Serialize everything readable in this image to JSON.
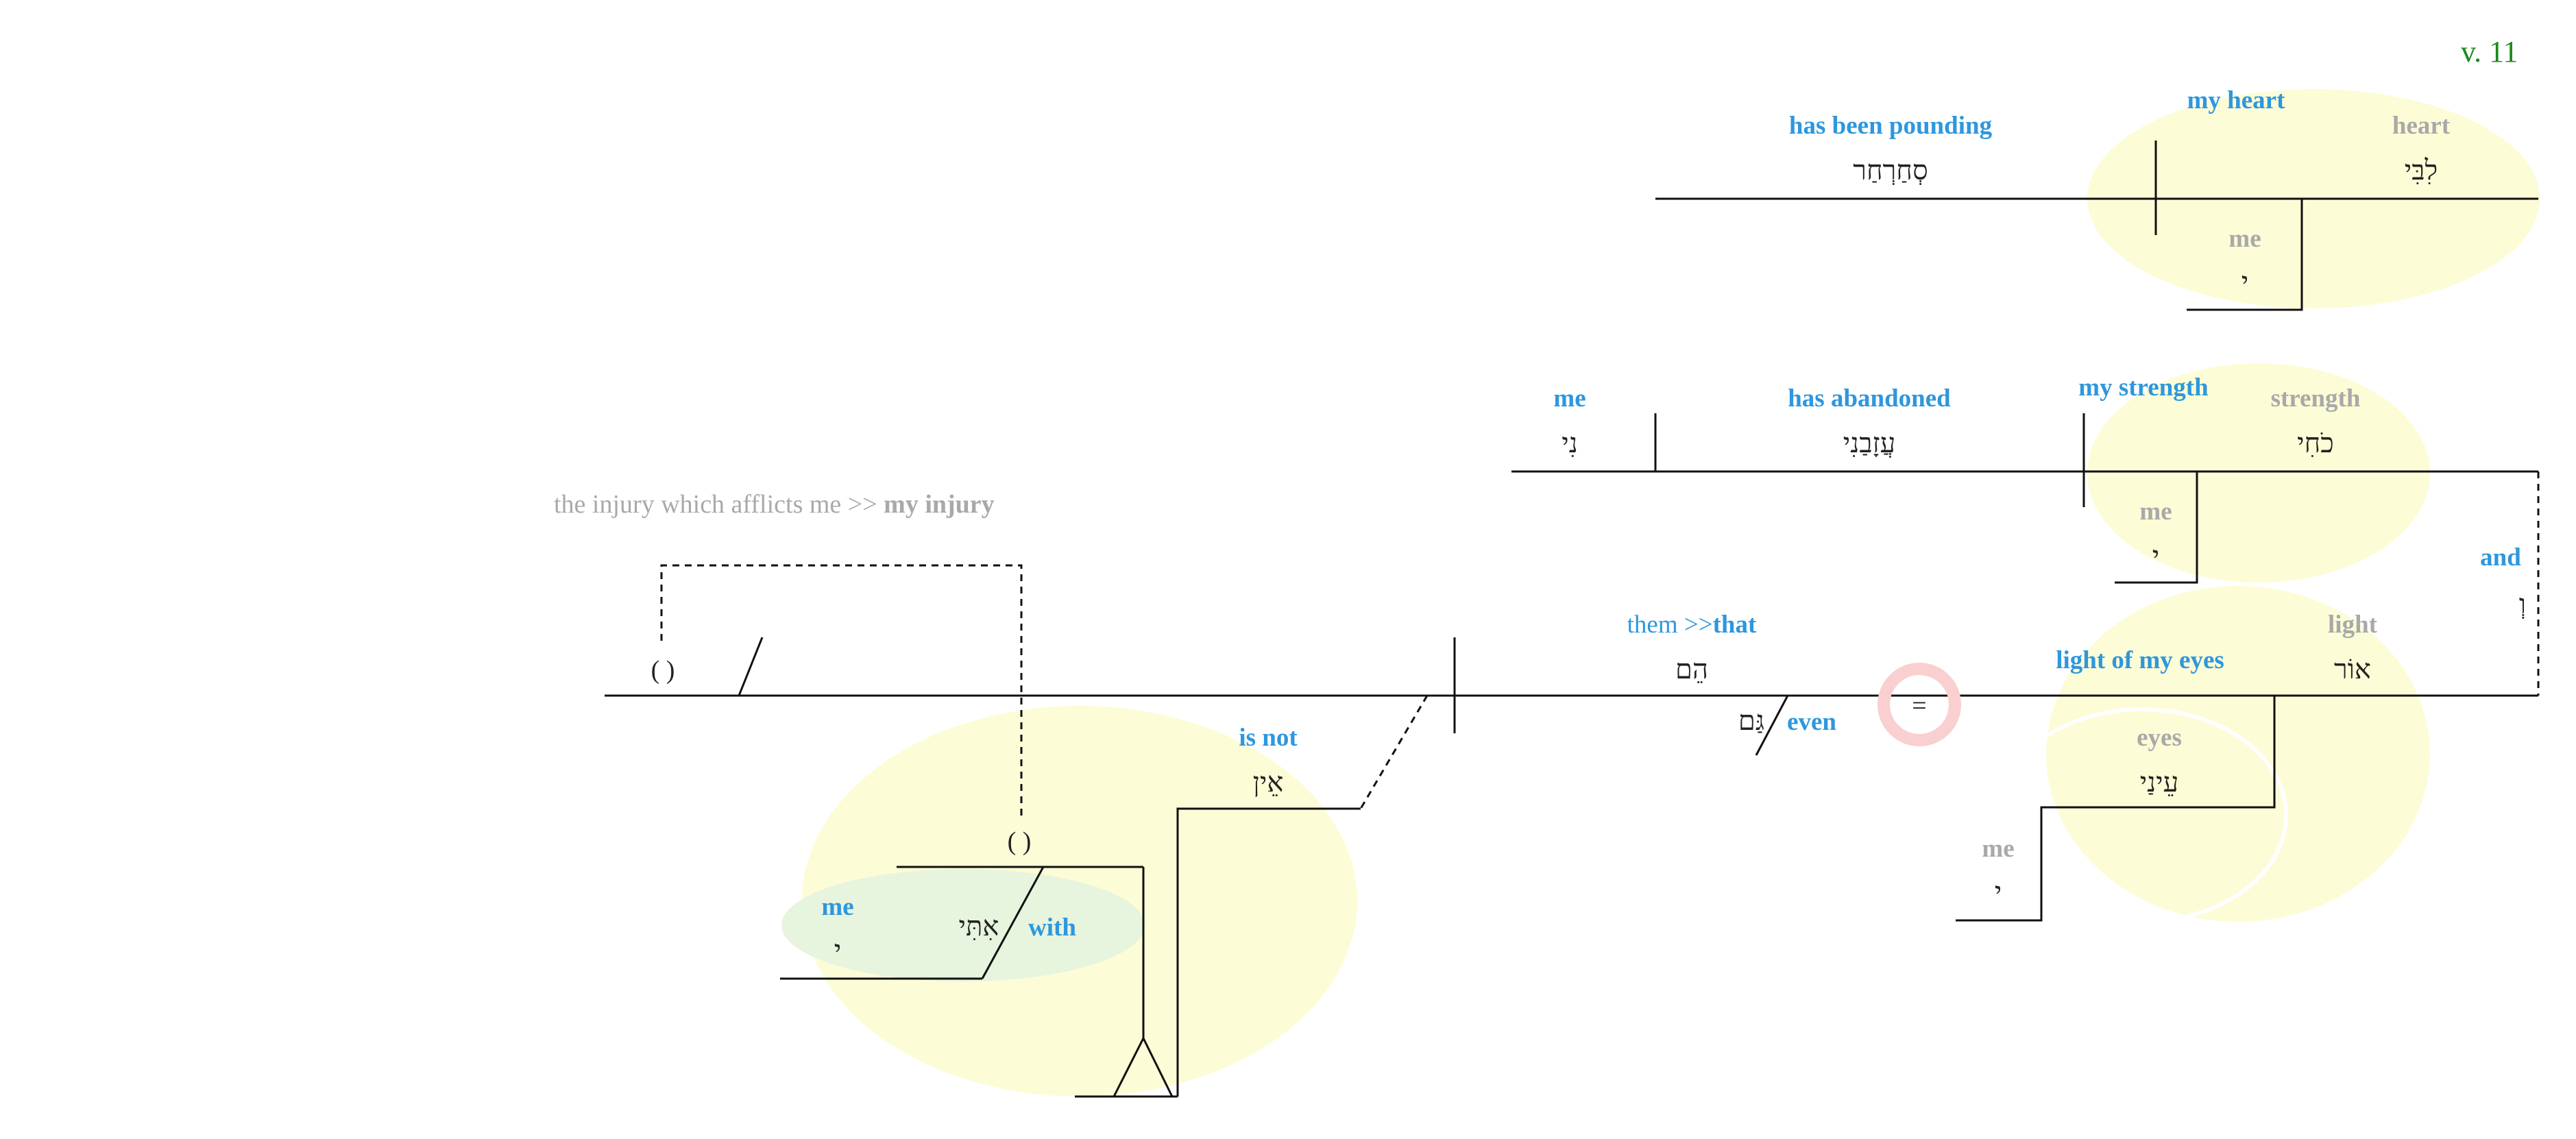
{
  "verse_label": "v. 11",
  "top_clause": {
    "verb_en": "has been pounding",
    "verb_he": "סְחַרְחַר",
    "subject_en": "my heart",
    "noun_en": "heart",
    "noun_he": "לִבִּי",
    "poss_en": "me",
    "poss_he": "י"
  },
  "middle_clause": {
    "object_en": "me",
    "object_he": "נִי",
    "verb_en": "has abandoned",
    "verb_he": "עֲזָבַנִי",
    "subject_en": "my strength",
    "noun_en": "strength",
    "noun_he": "כֹחִי",
    "poss_en": "me",
    "poss_he": "י",
    "conj_en": "and",
    "conj_he": "וְ"
  },
  "bottom_clause": {
    "note_gray": "the injury which afflicts me >> ",
    "note_bold": "my injury",
    "paren_left": "( )",
    "paren_lower": "( )",
    "with_en": "with",
    "with_he": "אִתִּי",
    "me_en": "me",
    "me_he": "י",
    "isnot_en": "is not",
    "isnot_he": "אֵין",
    "them_en": "them >>",
    "that_en": "that",
    "them_he": "הֵם",
    "even_en": "even",
    "even_he": "גַּם",
    "equals": "=",
    "light_phrase_en": "light of my eyes",
    "light_en": "light",
    "light_he": "אוֹר",
    "eyes_en": "eyes",
    "eyes_he": "עֵינַי",
    "poss_en": "me",
    "poss_he": "י"
  },
  "colors": {
    "english_label": "#2e97dd",
    "gloss_label": "#a9a9a9",
    "highlight_yellow": "#fcfcd6",
    "highlight_green": "#e7f4de",
    "equals_ring": "#f9cfcf",
    "verse_label": "#1a8a1a"
  }
}
